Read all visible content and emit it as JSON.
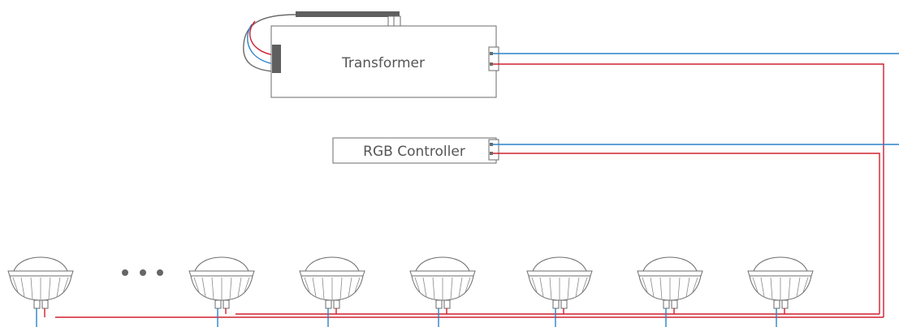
{
  "colors": {
    "positive_wire": "#d0202e",
    "signal_wire": "#2b82c9",
    "outline": "#6b6b6b",
    "dark_part": "#5f5f5f",
    "label_text": "#555555",
    "dots": "#666666"
  },
  "transformer": {
    "label": "Transformer"
  },
  "controller": {
    "label": "RGB Controller"
  },
  "lamps": {
    "count_drawn": 7,
    "ellipsis": "• • •"
  }
}
